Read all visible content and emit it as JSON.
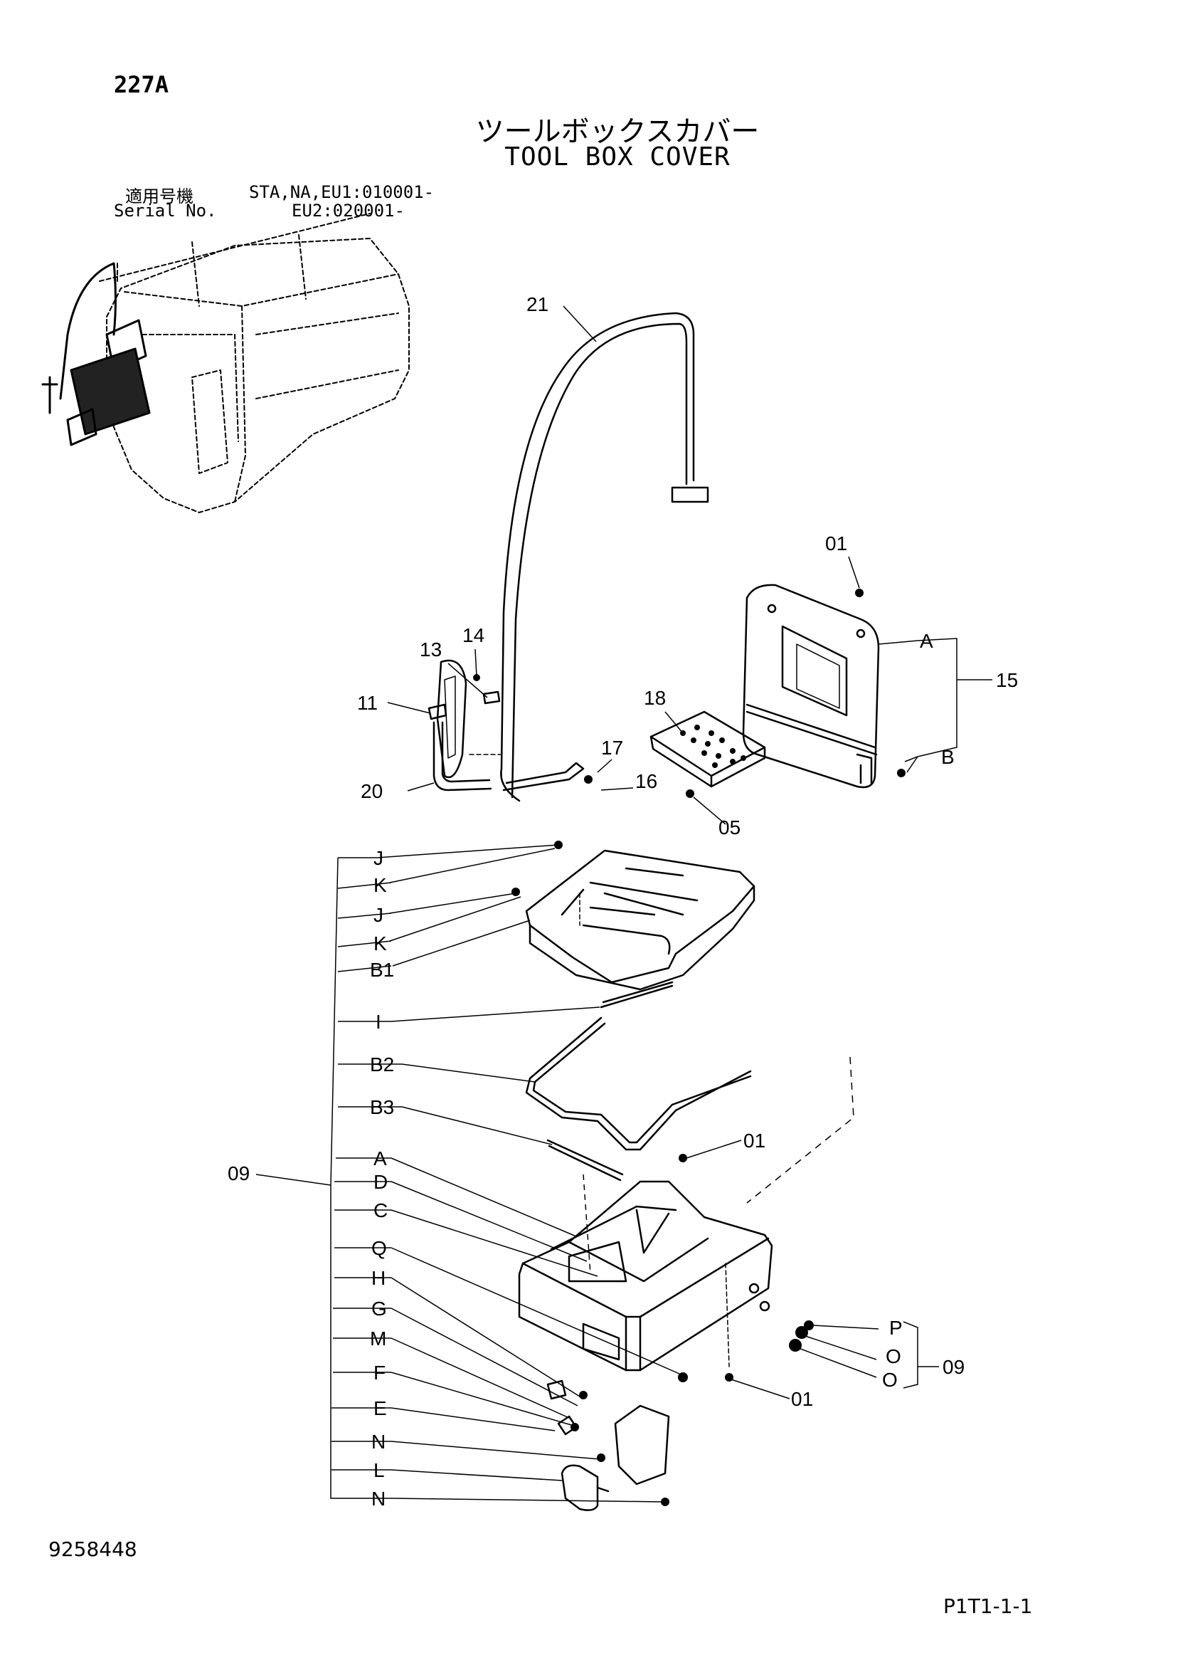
{
  "page_no": "227A",
  "title_jp": "ツールボックスカバー",
  "title_en": "TOOL BOX COVER",
  "serial": {
    "label_jp": "適用号機",
    "range_1": "STA,NA,EU1:010001-",
    "label_en": "Serial No.",
    "range_2": "EU2:020001-"
  },
  "callouts": {
    "c21": "21",
    "c01a": "01",
    "cA1": "A",
    "c15": "15",
    "cB": "B",
    "c13": "13",
    "c14": "14",
    "c11": "11",
    "c18": "18",
    "c17": "17",
    "c16": "16",
    "c20": "20",
    "c05": "05",
    "J1": "J",
    "K1": "K",
    "J2": "J",
    "K2": "K",
    "B1": "B1",
    "I": "I",
    "B2": "B2",
    "B3": "B3",
    "c01b": "01",
    "c09a": "09",
    "A2": "A",
    "D": "D",
    "C": "C",
    "Q": "Q",
    "H": "H",
    "G": "G",
    "M": "M",
    "F": "F",
    "E": "E",
    "N1": "N",
    "L": "L",
    "N2": "N",
    "P": "P",
    "O1": "O",
    "O2": "O",
    "c09b": "09",
    "c01c": "01"
  },
  "doc_no": "9258448",
  "page_code": "P1T1-1-1"
}
